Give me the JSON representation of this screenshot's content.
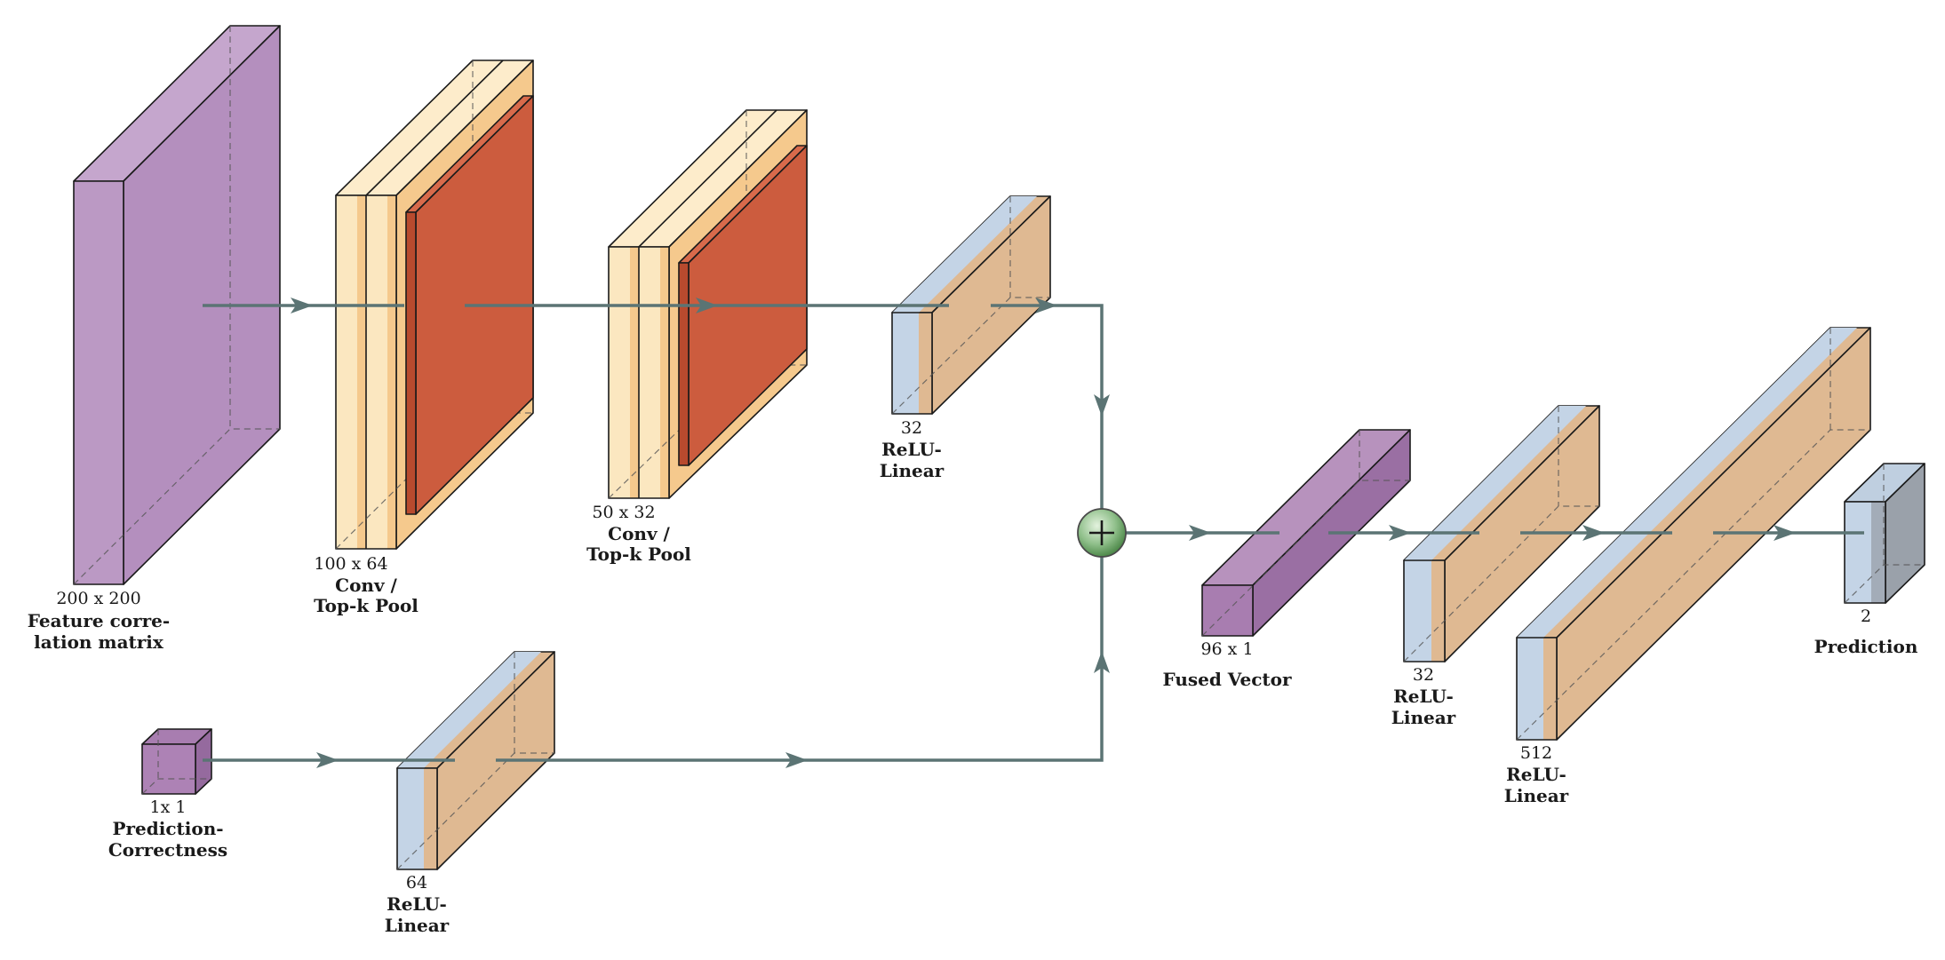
{
  "nodes": {
    "feature_matrix": {
      "dim": "200 x 200",
      "title": [
        "Feature corre-",
        "lation matrix"
      ]
    },
    "conv1": {
      "dim": "100 x 64",
      "title": [
        "Conv /",
        "Top-k Pool"
      ]
    },
    "conv2": {
      "dim": "50 x 32",
      "title": [
        "Conv /",
        "Top-k Pool"
      ]
    },
    "linear_top": {
      "dim": "32",
      "title": [
        "ReLU-",
        "Linear"
      ]
    },
    "pred_correctness": {
      "dim": "1x 1",
      "title": [
        "Prediction-",
        "Correctness"
      ]
    },
    "linear_bottom": {
      "dim": "64",
      "title": [
        "ReLU-",
        "Linear"
      ]
    },
    "fused": {
      "dim": "96 x 1",
      "title": [
        "Fused Vector"
      ]
    },
    "linear_32": {
      "dim": "32",
      "title": [
        "ReLU-",
        "Linear"
      ]
    },
    "linear_512": {
      "dim": "512",
      "title": [
        "ReLU-",
        "Linear"
      ]
    },
    "prediction": {
      "dim": "2",
      "title": [
        "Prediction"
      ]
    },
    "sum_node": {
      "symbol": "+"
    }
  },
  "colors": {
    "input_purple": "#bb99c4",
    "fused_purple": "#a87db0",
    "conv_light": "#fbe7c0",
    "conv_band": "#f5c98d",
    "pool_red": "#cc5c3e",
    "linear_blue": "#c4d4e6",
    "linear_tan": "#dfb992",
    "softmax_gray": "#9aa1aa",
    "edge": "#5b7474",
    "sum_green": "#8fbf8a"
  }
}
